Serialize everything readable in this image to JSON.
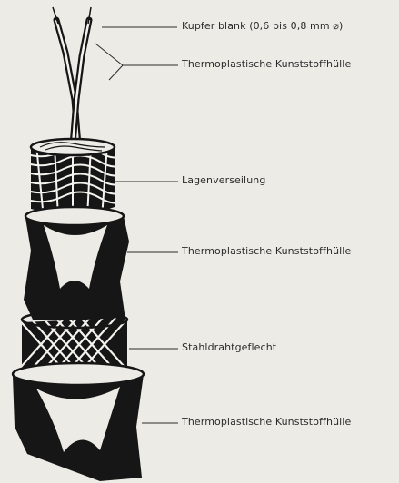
{
  "labels": {
    "copper": "Kupfer blank (0,6 bis 0,8 mm ⌀)",
    "insulation_inner": "Thermoplastische Kunststoffhülle",
    "layer_stranding": "Lagenverseilung",
    "insulation_middle": "Thermoplastische Kunststoffhülle",
    "steel_braid": "Stahldrahtgeflecht",
    "insulation_outer": "Thermoplastische Kunststoffhülle"
  },
  "colors": {
    "background": "#ecebe6",
    "ink": "#161616",
    "highlight": "#f4f3ee"
  }
}
